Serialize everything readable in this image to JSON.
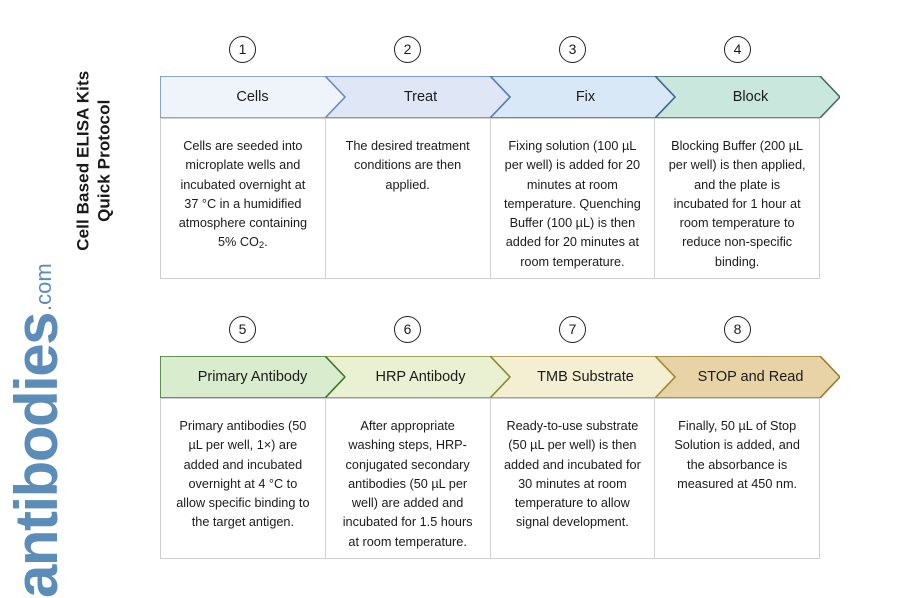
{
  "page": {
    "title_line1": "Cell Based ELISA Kits",
    "title_line2": "Quick Protocol",
    "title": "Cell Based ELISA Kits\nQuick Protocol"
  },
  "brand": {
    "name": "antibodies",
    "tld": ".com",
    "color": "#5b8db8"
  },
  "rows": [
    {
      "id": "row-1",
      "steps": [
        {
          "number": "1",
          "label": "Cells",
          "fill": "#eff4fb",
          "stroke": "#6a91c4",
          "text": "Cells are seeded into microplate wells and incubated overnight at 37 °C in a humidified atmosphere containing 5% CO",
          "text_sub": "2",
          "text_tail": "."
        },
        {
          "number": "2",
          "label": "Treat",
          "fill": "#dfe7f7",
          "stroke": "#5b7fbd",
          "text": "The desired treatment conditions are then applied.",
          "text_sub": "",
          "text_tail": ""
        },
        {
          "number": "3",
          "label": "Fix",
          "fill": "#d9e8f7",
          "stroke": "#3d6b96",
          "text": "Fixing solution (100 µL per well) is added for 20 minutes at room temperature. Quenching Buffer (100 µL) is then added for 20 minutes at room temperature.",
          "text_sub": "",
          "text_tail": ""
        },
        {
          "number": "4",
          "label": "Block",
          "fill": "#c9e7dd",
          "stroke": "#3f6b66",
          "text": "Blocking Buffer (200 µL per well) is then applied, and the plate is incubated for 1 hour at room temperature to reduce non-specific binding.",
          "text_sub": "",
          "text_tail": ""
        }
      ]
    },
    {
      "id": "row-2",
      "steps": [
        {
          "number": "5",
          "label": "Primary Antibody",
          "fill": "#d9ecce",
          "stroke": "#3f7a2e",
          "text": "Primary antibodies (50 µL per well, 1×) are added and incubated overnight at 4 °C to allow specific binding to the target antigen.",
          "text_sub": "",
          "text_tail": ""
        },
        {
          "number": "6",
          "label": "HRP Antibody",
          "fill": "#eaf1d2",
          "stroke": "#8a8f33",
          "text": "After appropriate washing steps, HRP-conjugated secondary antibodies (50 µL per well) are added and incubated for 1.5 hours at room temperature.",
          "text_sub": "",
          "text_tail": ""
        },
        {
          "number": "7",
          "label": "TMB Substrate",
          "fill": "#f4eed2",
          "stroke": "#a58b36",
          "text": "Ready-to-use substrate (50 µL per well) is then added and incubated for 30 minutes at room temperature to allow signal development.",
          "text_sub": "",
          "text_tail": ""
        },
        {
          "number": "8",
          "label": "STOP and Read",
          "fill": "#e7d3a5",
          "stroke": "#9a7b2c",
          "text": "Finally, 50 µL of Stop Solution is added, and the absorbance is measured at 450 nm.",
          "text_sub": "",
          "text_tail": ""
        }
      ]
    }
  ]
}
